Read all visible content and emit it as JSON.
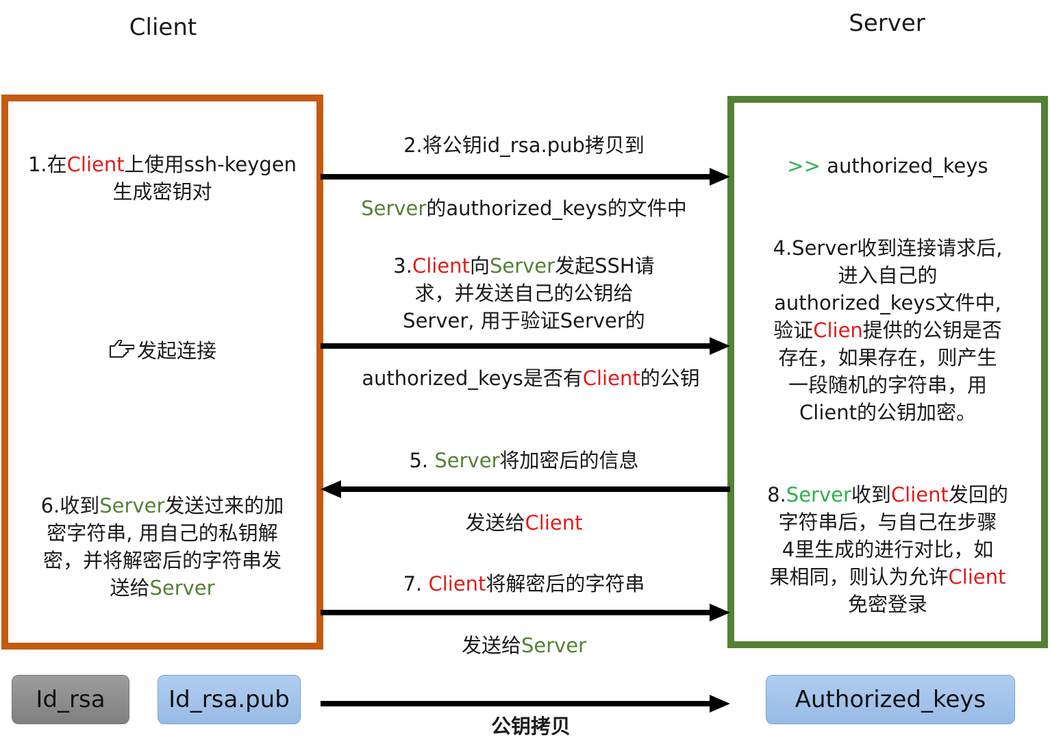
{
  "headers": {
    "client": "Client",
    "server": "Server"
  },
  "client_box": {
    "step1": {
      "prefix": "1.在",
      "client": "Client",
      "suffix": "上使用ssh-keygen",
      "line2": "生成密钥对"
    },
    "connect_icon": "pointing-hand-icon",
    "connect_label": "发起连接",
    "step6": {
      "l1_prefix": "6.收到",
      "l1_server": "Server",
      "l1_suffix": "发送过来的加",
      "l2": "密字符串, 用自己的私钥解",
      "l3": "密，并将解密后的字符串发",
      "l4_prefix": "送给",
      "l4_server": "Server"
    }
  },
  "server_box": {
    "keys_prefix": ">>",
    "keys_label": " authorized_keys",
    "step4": {
      "l1": "4.Server收到连接请求后,",
      "l2": "进入自己的",
      "l3": "authorized_keys文件中,",
      "l4_prefix": "验证",
      "l4_clien": "Clien",
      "l4_suffix": "提供的公钥是否",
      "l5": "存在，如果存在，则产生",
      "l6": "一段随机的字符串，用",
      "l7": "Client的公钥加密。"
    },
    "step8": {
      "l1_prefix": "8.",
      "l1_server": "Server",
      "l1_mid": "收到",
      "l1_client": "Client",
      "l1_suffix": "发回的",
      "l2": "字符串后，与自己在步骤",
      "l3": "4里生成的进行对比，如",
      "l4_prefix": "果相同，则认为允许",
      "l4_client": "Client",
      "l5": "免密登录"
    }
  },
  "arrows": {
    "a2": {
      "above": "2.将公钥id_rsa.pub拷贝到",
      "below_server": "Server",
      "below_suffix": "的authorized_keys的文件中"
    },
    "a3": {
      "l1_prefix": "3.",
      "l1_client": "Client",
      "l1_mid": "向",
      "l1_server": "Server",
      "l1_suffix": "发起SSH请",
      "l2": "求，并发送自己的公钥给",
      "l3": "Server, 用于验证Server的",
      "below_prefix": "authorized_keys是否有",
      "below_client": "Client",
      "below_suffix": "的公钥"
    },
    "a5": {
      "above_prefix": "5. ",
      "above_server": "Server",
      "above_suffix": "将加密后的信息",
      "below_prefix": "发送给",
      "below_client": "Client"
    },
    "a7": {
      "above_prefix": "7. ",
      "above_client": "Client",
      "above_suffix": "将解密后的字符串",
      "below_prefix": "发送给",
      "below_server": "Server"
    }
  },
  "legend": {
    "id_rsa": "Id_rsa",
    "id_rsa_pub": "Id_rsa.pub",
    "authorized_keys": "Authorized_keys",
    "copy_label": "公钥拷贝"
  },
  "colors": {
    "client_border": "#C55A11",
    "server_border": "#538135",
    "client_text": "#E31B1B",
    "server_text": "#538135",
    "keys_prefix": "#2DB34A"
  }
}
